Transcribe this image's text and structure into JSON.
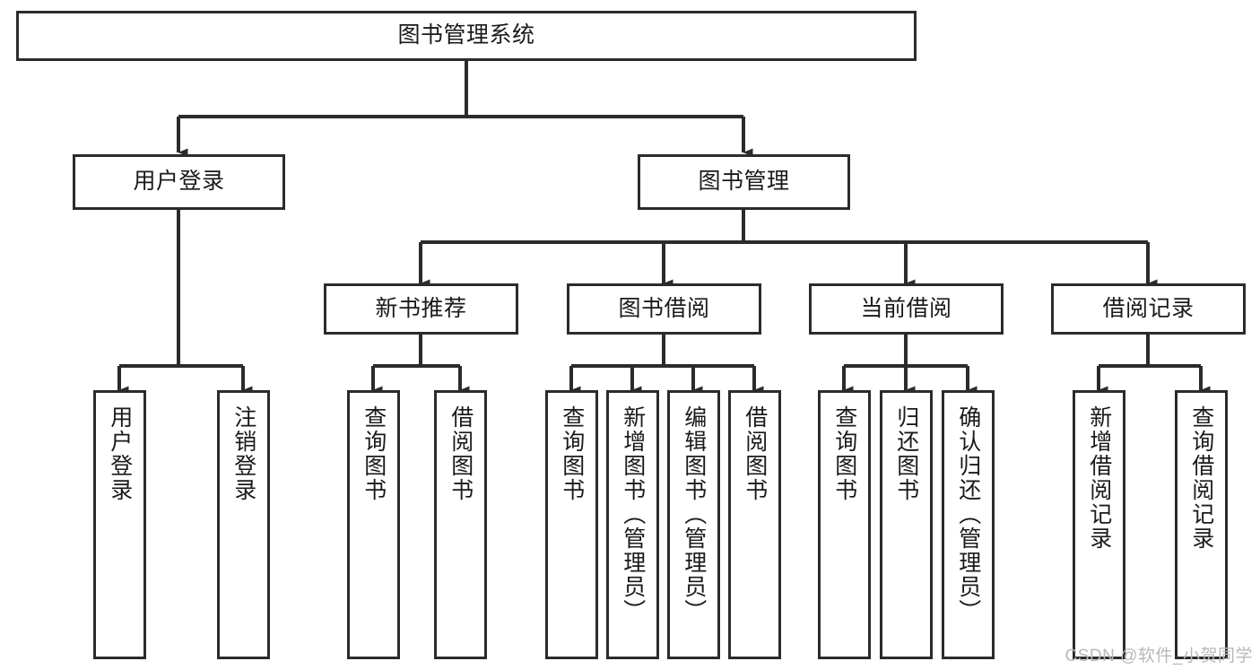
{
  "diagram": {
    "title_node": {
      "label": "图书管理系统"
    },
    "level1": [
      {
        "id": "user-login",
        "label": "用户登录"
      },
      {
        "id": "book-management",
        "label": "图书管理"
      }
    ],
    "level2": [
      {
        "id": "new-book-recommend",
        "label": "新书推荐"
      },
      {
        "id": "book-borrow",
        "label": "图书借阅"
      },
      {
        "id": "current-borrow",
        "label": "当前借阅"
      },
      {
        "id": "borrow-record",
        "label": "借阅记录"
      }
    ],
    "leaves": {
      "user_login": [
        {
          "id": "leaf-user-login",
          "label": "用户登录"
        },
        {
          "id": "leaf-logout-login",
          "label": "注销登录"
        }
      ],
      "new_book_recommend": [
        {
          "id": "leaf-query-book-1",
          "label": "查询图书"
        },
        {
          "id": "leaf-borrow-book-1",
          "label": "借阅图书"
        }
      ],
      "book_borrow": [
        {
          "id": "leaf-query-book-2",
          "label": "查询图书"
        },
        {
          "id": "leaf-add-book",
          "label": "新增图书（管理员）"
        },
        {
          "id": "leaf-edit-book",
          "label": "编辑图书（管理员）"
        },
        {
          "id": "leaf-borrow-book-2",
          "label": "借阅图书"
        }
      ],
      "current_borrow": [
        {
          "id": "leaf-query-book-3",
          "label": "查询图书"
        },
        {
          "id": "leaf-return-book",
          "label": "归还图书"
        },
        {
          "id": "leaf-confirm-return",
          "label": "确认归还（管理员）"
        }
      ],
      "borrow_record": [
        {
          "id": "leaf-add-record",
          "label": "新增借阅记录"
        },
        {
          "id": "leaf-query-record",
          "label": "查询借阅记录"
        }
      ]
    },
    "watermark": "CSDN @软件_小贺同学",
    "colors": {
      "stroke": "#2b2b2b",
      "background": "#ffffff",
      "text": "#1a1a1a",
      "watermark": "#b9b9b9"
    }
  }
}
